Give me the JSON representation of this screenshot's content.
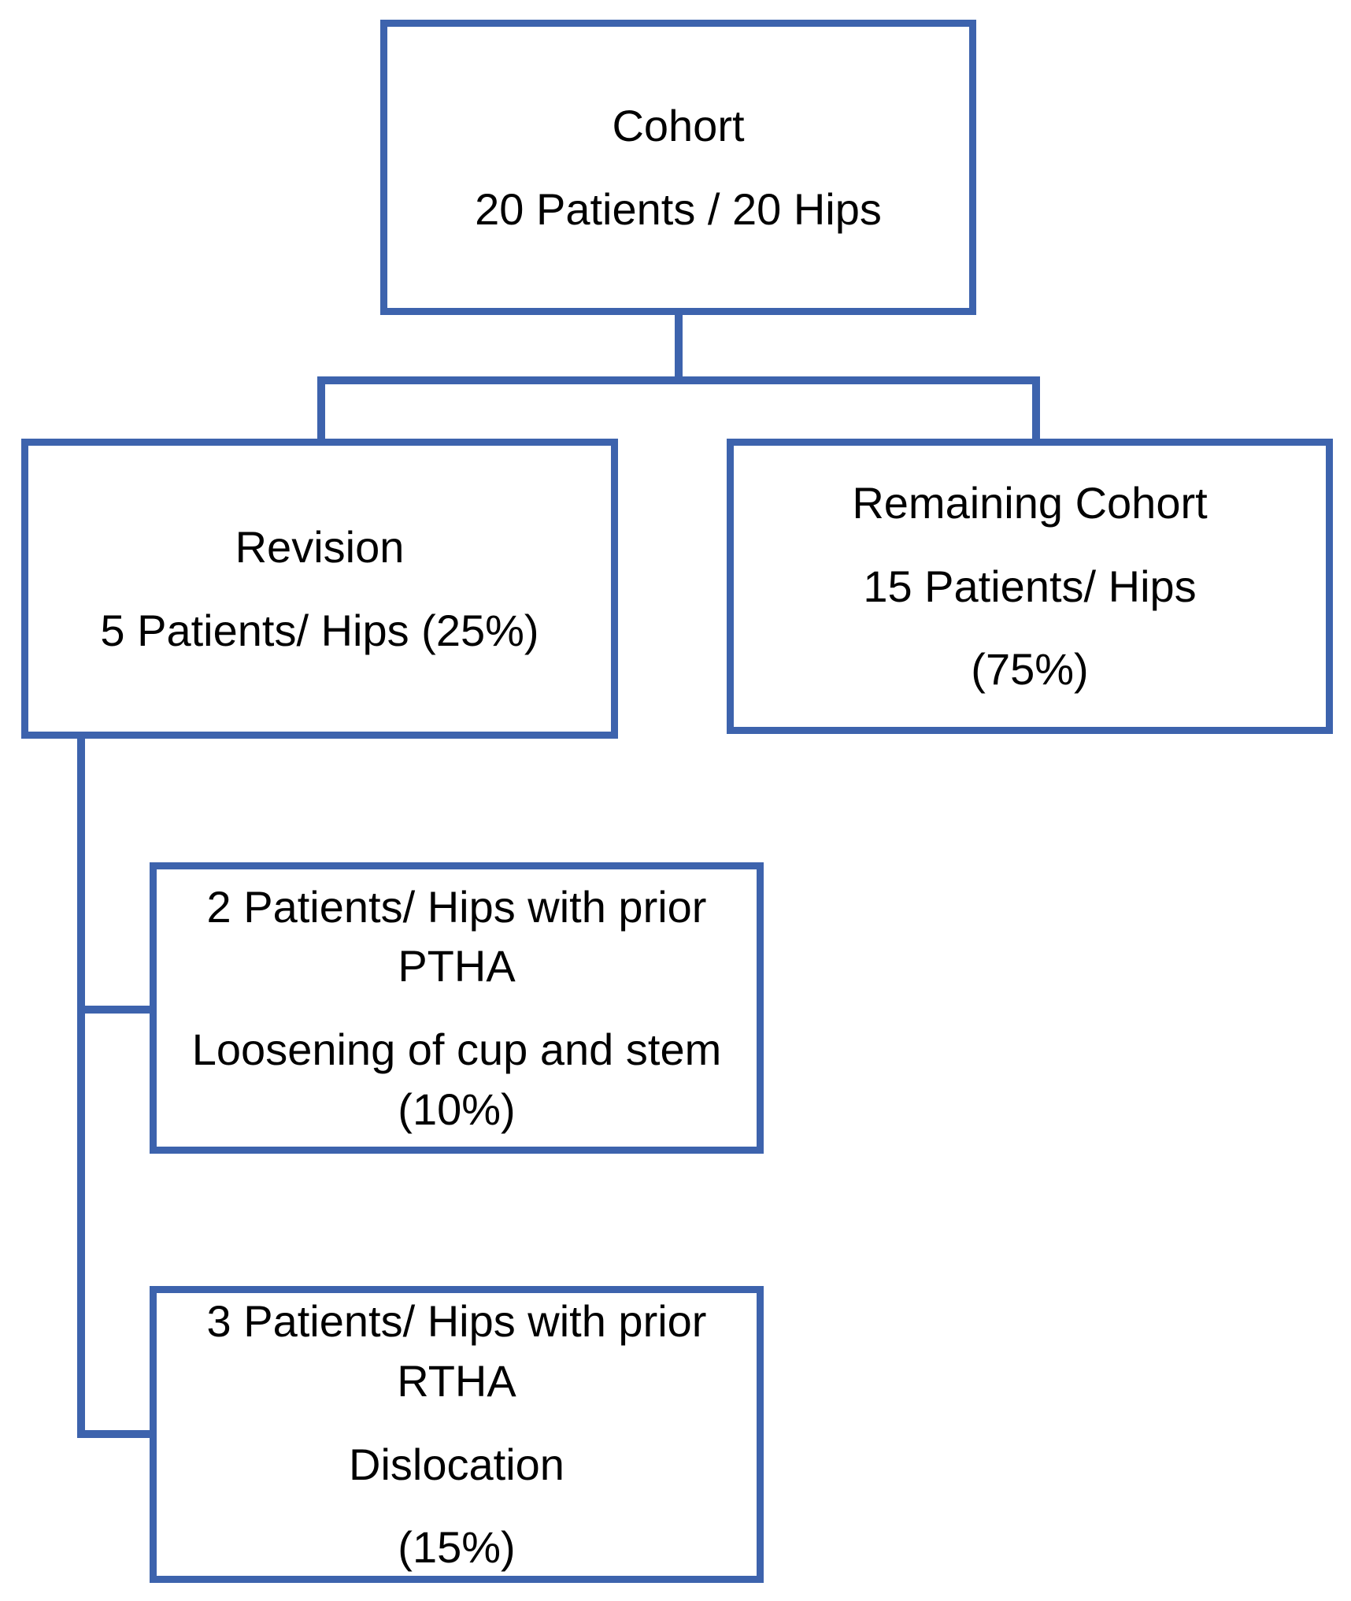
{
  "diagram": {
    "type": "flowchart",
    "colors": {
      "line": "#3d63ad",
      "text": "#000000",
      "background": "#ffffff"
    },
    "boxes": {
      "cohort": {
        "paras": [
          [
            "Cohort"
          ],
          [
            "20 Patients / 20 Hips"
          ]
        ]
      },
      "revision": {
        "paras": [
          [
            "Revision"
          ],
          [
            "5 Patients/ Hips (25%)"
          ]
        ]
      },
      "remaining": {
        "paras": [
          [
            "Remaining Cohort"
          ],
          [
            "15 Patients/ Hips"
          ],
          [
            "(75%)"
          ]
        ]
      },
      "ptha": {
        "paras": [
          [
            "2 Patients/ Hips with prior",
            "PTHA"
          ],
          [
            "Loosening of cup and stem",
            "(10%)"
          ]
        ]
      },
      "rtha": {
        "paras": [
          [
            "3 Patients/ Hips with prior",
            "RTHA"
          ],
          [
            "Dislocation"
          ],
          [
            "(15%)"
          ]
        ]
      }
    }
  }
}
